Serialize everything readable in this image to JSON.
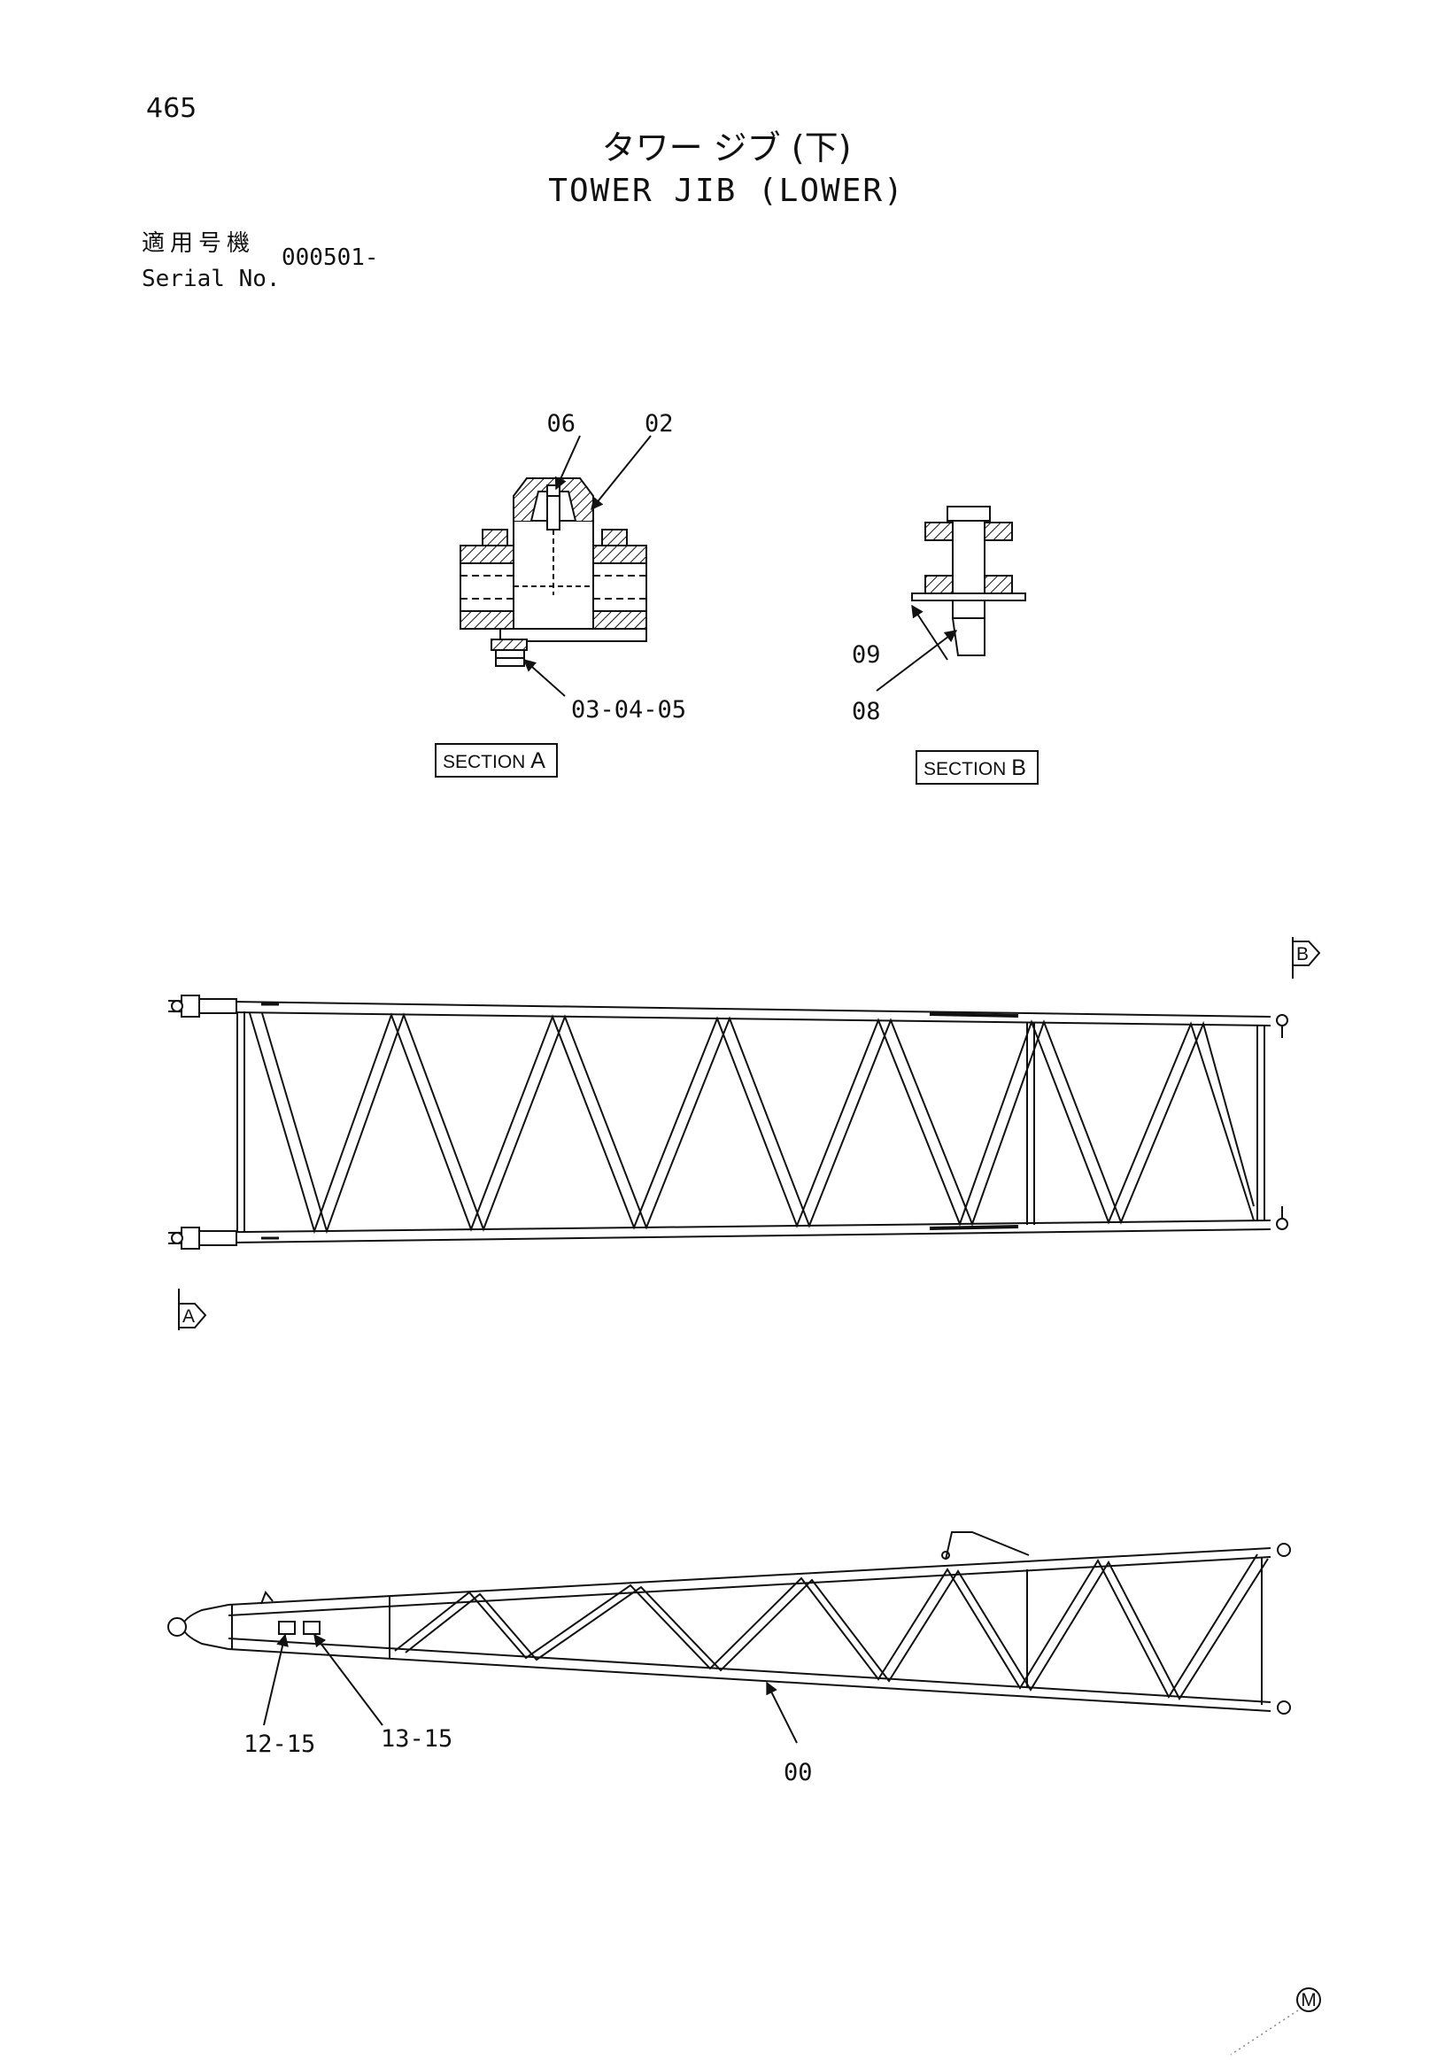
{
  "page_number": "465",
  "title_jp": "タワー ジブ (下)",
  "title_en": "TOWER JIB (LOWER)",
  "serial": {
    "label_jp": "適用号機",
    "label_en": "Serial No.",
    "value": "000501-"
  },
  "section_a": {
    "label_prefix": "SECTION",
    "label_letter": "A",
    "callouts": [
      "06",
      "02",
      "03-04-05"
    ]
  },
  "section_b": {
    "label_prefix": "SECTION",
    "label_letter": "B",
    "callouts": [
      "09",
      "08"
    ]
  },
  "view_markers": {
    "b": "B",
    "a": "A"
  },
  "lower_view_callouts": [
    "12-15",
    "13-15",
    "00"
  ],
  "corner_mark": "M"
}
